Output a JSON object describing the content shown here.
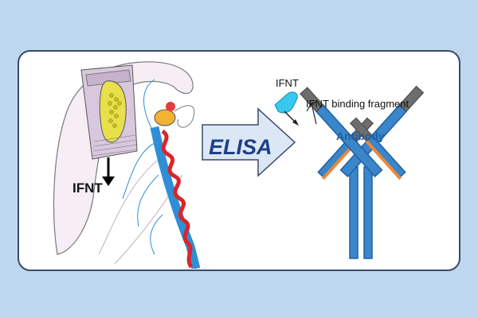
{
  "labels": {
    "ifnt_left": "IFNT",
    "elisa": "ELISA",
    "ifnt_top": "IFNT",
    "binding_fragment": "IFNT binding fragment",
    "antibody": "Antibody"
  },
  "colors": {
    "background": "#bdd7ee",
    "card_border": "#3a4a66",
    "antibody_blue": "#3a86c8",
    "antibody_dark_blue": "#1e60a8",
    "fragment_gray": "#6d6d6d",
    "fragment_orange": "#e8893a",
    "ifnt_cyan": "#38c7ee",
    "elisa_arrow": "#dbe7f5",
    "artery_red": "#d8262a",
    "vein_blue": "#2f8fd6"
  },
  "icons": {
    "illustration": "uterus-with-conceptus-illustration",
    "process_arrow": "right-arrow-icon",
    "molecule": "antibody-icon"
  }
}
